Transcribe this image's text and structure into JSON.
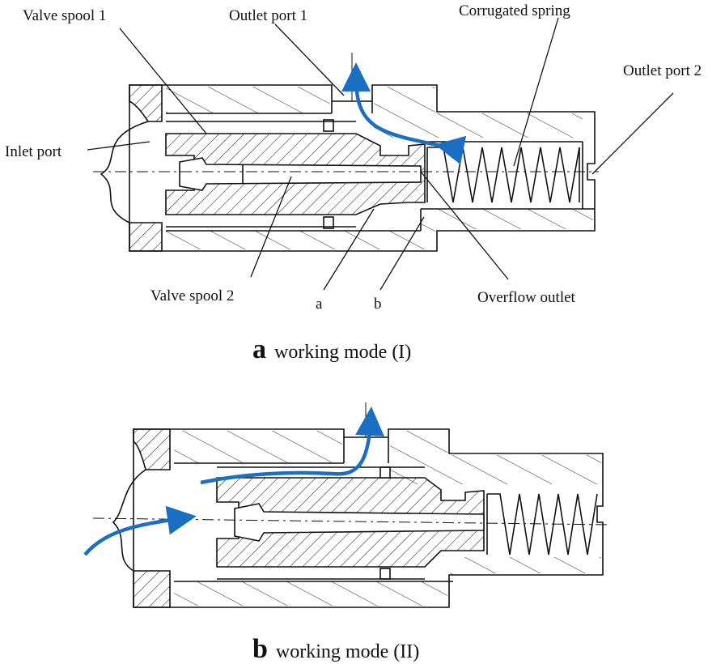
{
  "diagram_a": {
    "labels": {
      "valve_spool_1": "Valve spool 1",
      "outlet_port_1": "Outlet port 1",
      "corrugated_spring": "Corrugated spring",
      "outlet_port_2": "Outlet port 2",
      "inlet_port": "Inlet port",
      "valve_spool_2": "Valve spool 2",
      "a": "a",
      "b": "b",
      "overflow_outlet": "Overflow outlet"
    },
    "caption": {
      "letter": "a",
      "text": "working mode (I)"
    }
  },
  "diagram_b": {
    "caption": {
      "letter": "b",
      "text": "working mode (II)"
    }
  },
  "colors": {
    "flow_arrow": "#1b6fc2",
    "line": "#111111"
  }
}
